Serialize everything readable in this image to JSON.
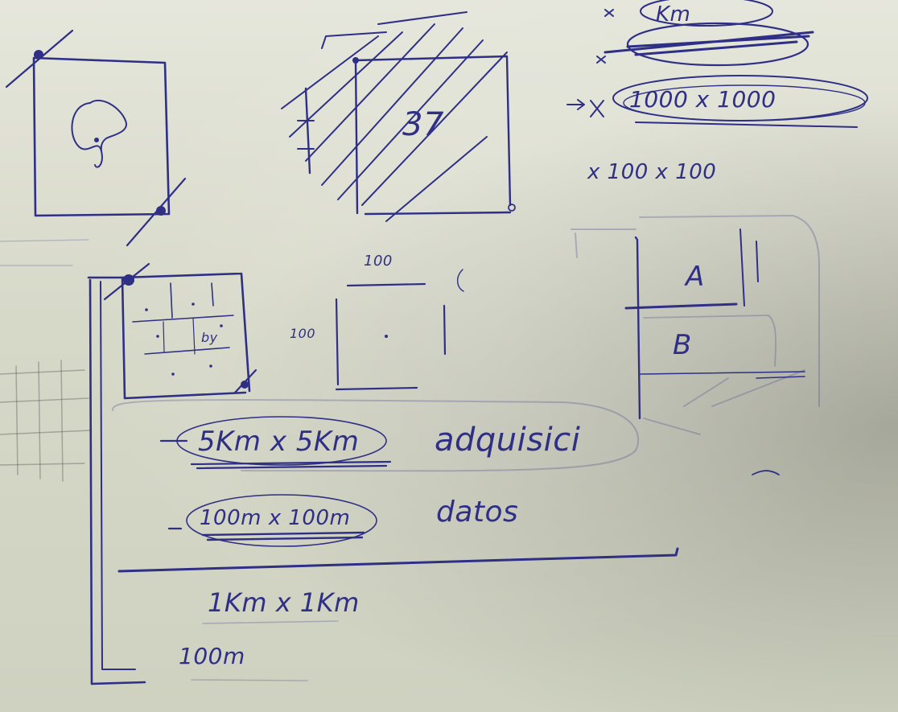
{
  "sketch": {
    "top_right": {
      "oval_1": "Km",
      "oval_3": "1000 x 1000",
      "lower_line": "x 100 x 100"
    },
    "grid_box_label": "37",
    "small_square": {
      "top_label": "100",
      "side_label": "100"
    },
    "inner_grid_label": "by",
    "right_boxes": {
      "top_label": "A",
      "bottom_label": "B"
    },
    "main_text": {
      "size_5km": "5Km x 5Km",
      "adquisici": "adquisici",
      "size_100m": "100m x 100m",
      "datos": "datos",
      "size_1km": "1Km x 1Km",
      "size_100m_alone": "100m"
    }
  }
}
